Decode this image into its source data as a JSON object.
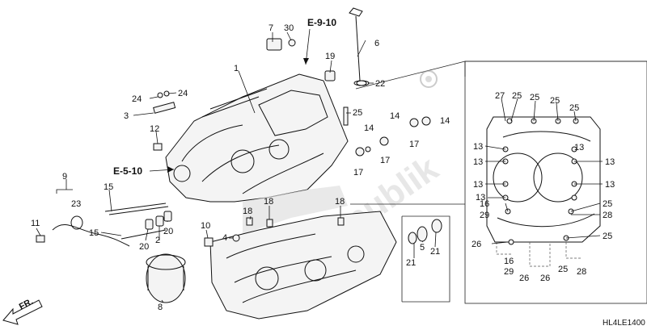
{
  "diagram": {
    "callouts": [
      {
        "id": "c30",
        "text": "30"
      },
      {
        "id": "c7",
        "text": "7"
      },
      {
        "id": "c6",
        "text": "6"
      },
      {
        "id": "c19",
        "text": "19"
      },
      {
        "id": "c22",
        "text": "22"
      },
      {
        "id": "c1",
        "text": "1"
      },
      {
        "id": "c24a",
        "text": "24"
      },
      {
        "id": "c24b",
        "text": "24"
      },
      {
        "id": "c3",
        "text": "3"
      },
      {
        "id": "c12",
        "text": "12"
      },
      {
        "id": "c9",
        "text": "9"
      },
      {
        "id": "c23",
        "text": "23"
      },
      {
        "id": "c15a",
        "text": "15"
      },
      {
        "id": "c15b",
        "text": "15"
      },
      {
        "id": "c11",
        "text": "11"
      },
      {
        "id": "c20a",
        "text": "20"
      },
      {
        "id": "c20b",
        "text": "20"
      },
      {
        "id": "c2",
        "text": "2"
      },
      {
        "id": "c10",
        "text": "10"
      },
      {
        "id": "c4",
        "text": "4"
      },
      {
        "id": "c8",
        "text": "8"
      },
      {
        "id": "c18a",
        "text": "18"
      },
      {
        "id": "c18b",
        "text": "18"
      },
      {
        "id": "c18c",
        "text": "18"
      },
      {
        "id": "c25m",
        "text": "25"
      },
      {
        "id": "c14a",
        "text": "14"
      },
      {
        "id": "c14b",
        "text": "14"
      },
      {
        "id": "c14c",
        "text": "14"
      },
      {
        "id": "c17a",
        "text": "17"
      },
      {
        "id": "c17b",
        "text": "17"
      },
      {
        "id": "c17c",
        "text": "17"
      },
      {
        "id": "c21a",
        "text": "21"
      },
      {
        "id": "c21b",
        "text": "21"
      },
      {
        "id": "c5",
        "text": "5"
      },
      {
        "id": "r27",
        "text": "27"
      },
      {
        "id": "r25a",
        "text": "25"
      },
      {
        "id": "r25b",
        "text": "25"
      },
      {
        "id": "r25c",
        "text": "25"
      },
      {
        "id": "r25d",
        "text": "25"
      },
      {
        "id": "r13a",
        "text": "13"
      },
      {
        "id": "r13b",
        "text": "13"
      },
      {
        "id": "r13c",
        "text": "13"
      },
      {
        "id": "r13d",
        "text": "13"
      },
      {
        "id": "r13e",
        "text": "13"
      },
      {
        "id": "r13f",
        "text": "13"
      },
      {
        "id": "r13g",
        "text": "13"
      },
      {
        "id": "r16a",
        "text": "16"
      },
      {
        "id": "r29a",
        "text": "29"
      },
      {
        "id": "r25e",
        "text": "25"
      },
      {
        "id": "r28a",
        "text": "28"
      },
      {
        "id": "r25f",
        "text": "25"
      },
      {
        "id": "r26a",
        "text": "26"
      },
      {
        "id": "r16b",
        "text": "16"
      },
      {
        "id": "r29b",
        "text": "29"
      },
      {
        "id": "r26b",
        "text": "26"
      },
      {
        "id": "r26c",
        "text": "26"
      },
      {
        "id": "r25g",
        "text": "25"
      },
      {
        "id": "r28b",
        "text": "28"
      }
    ],
    "references": {
      "ref_top": "E-9-10",
      "ref_left": "E-5-10"
    },
    "direction_label": "FR.",
    "diagram_code": "HL4LE1400",
    "watermark": "PartsRepublik"
  }
}
